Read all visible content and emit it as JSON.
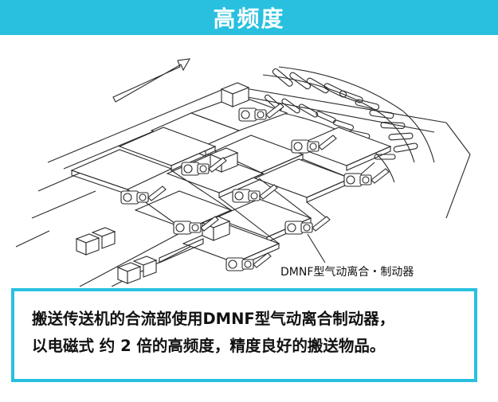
{
  "header": {
    "title": "高频度",
    "bg_color": "#29c0df"
  },
  "diagram": {
    "callout_label": "DMNF型气动离合・制动器",
    "line_color": "#2a2a2a"
  },
  "caption": {
    "line1": "搬送传送机的合流部使用DMNF型气动离合制动器，",
    "line2": "以电磁式 约 2 倍的高频度，精度良好的搬送物品。",
    "border_color": "#29c0df"
  }
}
